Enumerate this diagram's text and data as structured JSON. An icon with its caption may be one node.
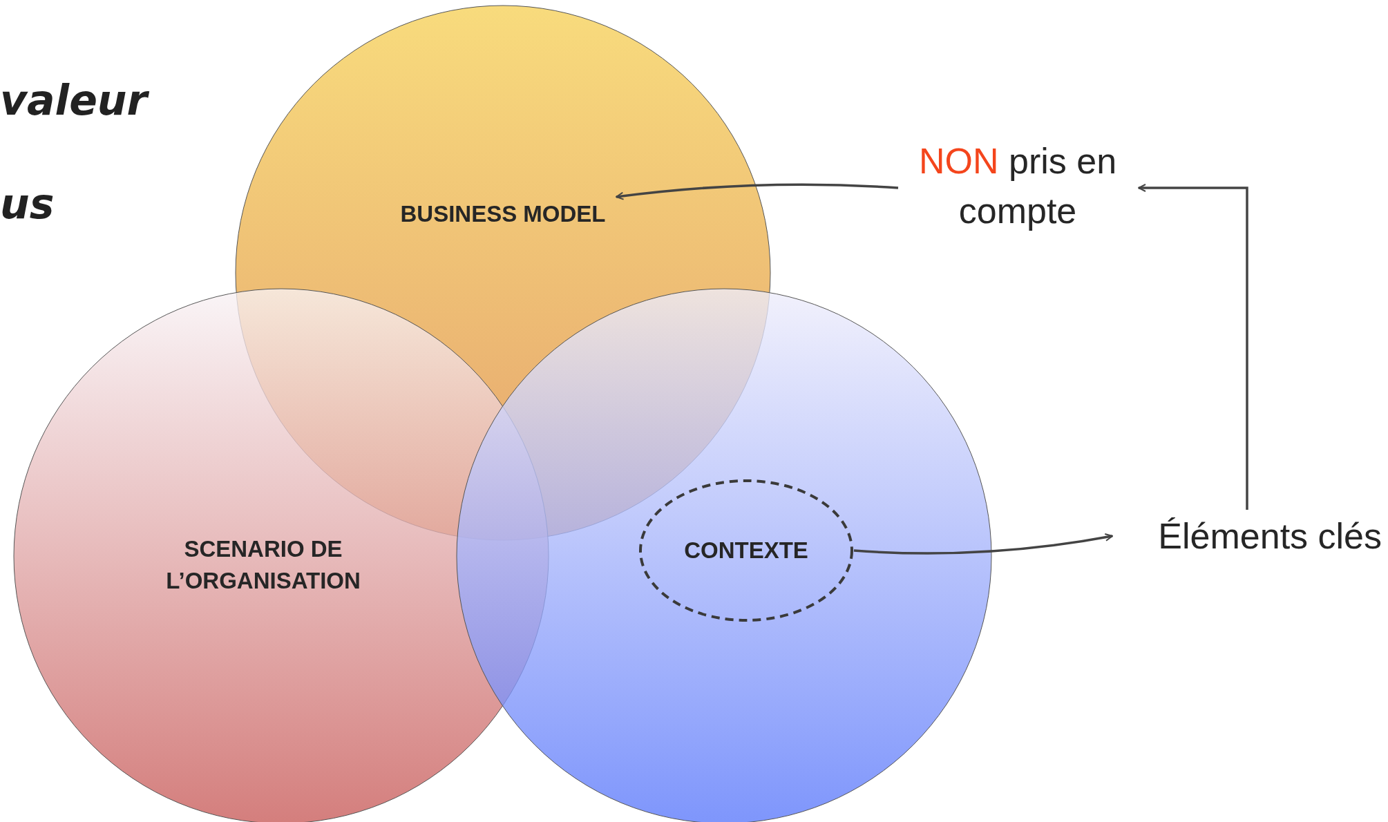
{
  "diagram": {
    "nodes": [
      {
        "text": [
          "BUSINESS MODEL"
        ]
      },
      {
        "text": [
          "SCENARIO DE L’ORGANISATION"
        ]
      },
      {
        "text": [],
        "shape": "circle"
      },
      {
        "text": [
          "CONTEXTE"
        ],
        "in": 2
      },
      {
        "text": [
          "NON",
          "pris en compte"
        ]
      },
      {
        "text": [
          "Éléments clés"
        ]
      }
    ],
    "edges": [
      {
        "from": 4,
        "to": 0,
        "arrow": "to"
      },
      {
        "from": 3,
        "to": 5,
        "arrow": "to"
      },
      {
        "from": 5,
        "to": 4,
        "arrow": "to"
      }
    ],
    "labels": [
      "valeur",
      "us"
    ]
  }
}
